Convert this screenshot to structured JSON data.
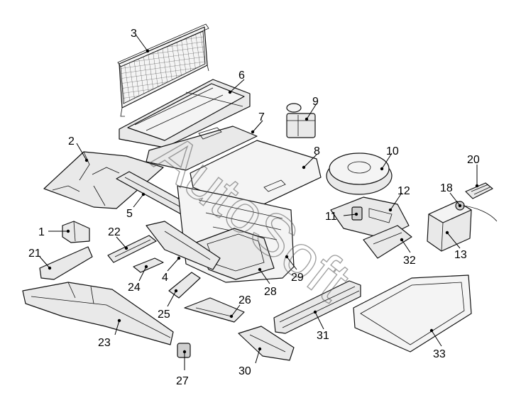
{
  "watermark": "AutoSoft",
  "callouts": [
    {
      "id": "1",
      "label": "1"
    },
    {
      "id": "2",
      "label": "2"
    },
    {
      "id": "3",
      "label": "3"
    },
    {
      "id": "4",
      "label": "4"
    },
    {
      "id": "5",
      "label": "5"
    },
    {
      "id": "6",
      "label": "6"
    },
    {
      "id": "7",
      "label": "7"
    },
    {
      "id": "8",
      "label": "8"
    },
    {
      "id": "9",
      "label": "9"
    },
    {
      "id": "10",
      "label": "10"
    },
    {
      "id": "11",
      "label": "11"
    },
    {
      "id": "12",
      "label": "12"
    },
    {
      "id": "13",
      "label": "13"
    },
    {
      "id": "18",
      "label": "18"
    },
    {
      "id": "20",
      "label": "20"
    },
    {
      "id": "21",
      "label": "21"
    },
    {
      "id": "22",
      "label": "22"
    },
    {
      "id": "23",
      "label": "23"
    },
    {
      "id": "24",
      "label": "24"
    },
    {
      "id": "25",
      "label": "25"
    },
    {
      "id": "26",
      "label": "26"
    },
    {
      "id": "27",
      "label": "27"
    },
    {
      "id": "28",
      "label": "28"
    },
    {
      "id": "29",
      "label": "29"
    },
    {
      "id": "30",
      "label": "30"
    },
    {
      "id": "31",
      "label": "31"
    },
    {
      "id": "32",
      "label": "32"
    },
    {
      "id": "33",
      "label": "33"
    }
  ]
}
